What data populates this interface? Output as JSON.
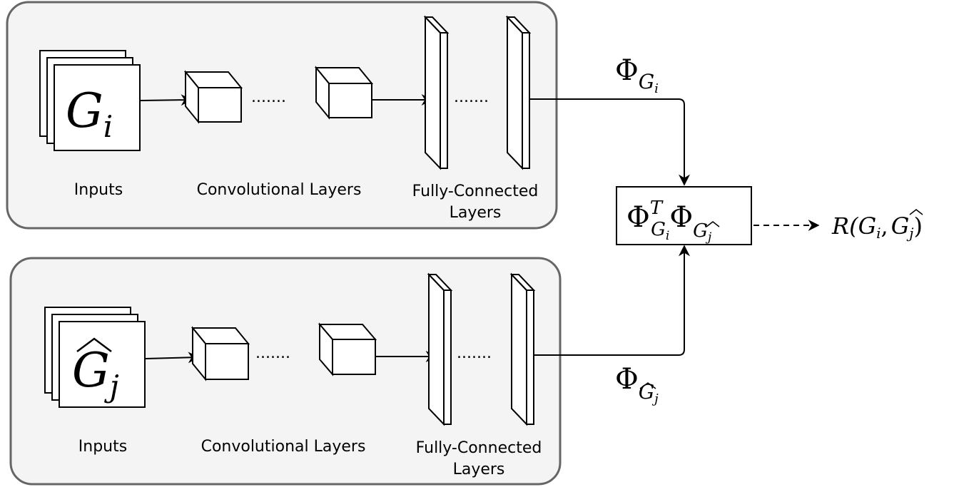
{
  "branches": [
    {
      "input_symbol": "G",
      "input_subscript": "i",
      "input_hat": false,
      "labels": {
        "inputs": "Inputs",
        "conv": "Convolutional Layers",
        "fc_line1": "Fully-Connected",
        "fc_line2": "Layers"
      },
      "dots": "......."
    },
    {
      "input_symbol": "G",
      "input_subscript": "j",
      "input_hat": true,
      "labels": {
        "inputs": "Inputs",
        "conv": "Convolutional Layers",
        "fc_line1": "Fully-Connected",
        "fc_line2": "Layers"
      },
      "dots": "......."
    }
  ],
  "phi_top": {
    "symbol": "Φ",
    "sub": "G",
    "sub_sub": "i"
  },
  "phi_bottom": {
    "symbol": "Φ",
    "sub": "G",
    "sub_sub": "j"
  },
  "similarity_box": {
    "phi": "Φ",
    "sup": "T",
    "sub1": "G",
    "sub1_sub": "i",
    "sub2": "G",
    "sub2_sub": "j"
  },
  "output": {
    "func": "R(",
    "g1": "G",
    "g1_sub": "i",
    "comma": ",",
    "g2": "G",
    "g2_sub": "j",
    "close": ")"
  },
  "colors": {
    "panel_fill": "#f4f4f4",
    "panel_stroke": "#666666",
    "line": "#000000"
  }
}
